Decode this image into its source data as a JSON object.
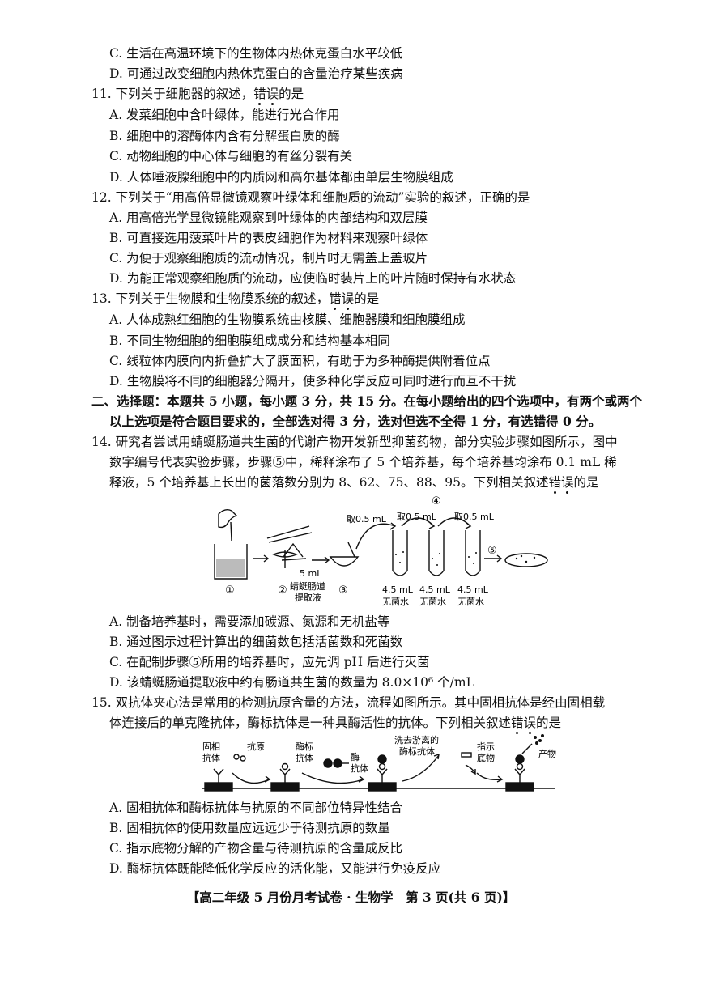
{
  "q10": {
    "optC": "C. 生活在高温环境下的生物体内热休克蛋白水平较低",
    "optD": "D. 可通过改变细胞内热休克蛋白的含量治疗某些疾病"
  },
  "q11": {
    "stem_a": "11. 下列关于细胞器的叙述，",
    "stem_emph": "错误",
    "stem_b": "的是",
    "optA": "A. 发菜细胞中含叶绿体，能进行光合作用",
    "optB": "B. 细胞中的溶酶体内含有分解蛋白质的酶",
    "optC": "C. 动物细胞的中心体与细胞的有丝分裂有关",
    "optD": "D. 人体唾液腺细胞中的内质网和高尔基体都由单层生物膜组成"
  },
  "q12": {
    "stem": "12. 下列关于“用高倍显微镜观察叶绿体和细胞质的流动”实验的叙述，正确的是",
    "optA": "A. 用高倍光学显微镜能观察到叶绿体的内部结构和双层膜",
    "optB": "B. 可直接选用菠菜叶片的表皮细胞作为材料来观察叶绿体",
    "optC": "C. 为便于观察细胞质的流动情况，制片时无需盖上盖玻片",
    "optD": "D. 为能正常观察细胞质的流动，应使临时装片上的叶片随时保持有水状态"
  },
  "q13": {
    "stem_a": "13. 下列关于生物膜和生物膜系统的叙述，",
    "stem_emph": "错误",
    "stem_b": "的是",
    "optA": "A. 人体成熟红细胞的生物膜系统由核膜、细胞器膜和细胞膜组成",
    "optB": "B. 不同生物细胞的细胞膜组成成分和结构基本相同",
    "optC": "C. 线粒体内膜向内折叠扩大了膜面积，有助于为多种酶提供附着位点",
    "optD": "D. 生物膜将不同的细胞器分隔开，使多种化学反应可同时进行而互不干扰"
  },
  "section2": {
    "line1": "二、选择题：本题共 5 小题，每小题 3 分，共 15 分。在每小题给出的四个选项中，有两个或两个",
    "line2": "以上选项是符合题目要求的，全部选对得 3 分，选对但选不全得 1 分，有选错得 0 分。"
  },
  "q14": {
    "line1": "14. 研究者尝试用蜻蜓肠道共生菌的代谢产物开发新型抑菌药物，部分实验步骤如图所示，图中",
    "line2": "数字编号代表实验步骤，步骤⑤中，稀释涂布了 5 个培养基，每个培养基均涂布 0.1 mL 稀",
    "line3_a": "释液，5 个培养基上长出的菌落数分别为 8、62、75、88、95。下列相关叙述",
    "line3_emph": "错误",
    "line3_b": "的是",
    "optA": "A. 制备培养基时，需要添加碳源、氮源和无机盐等",
    "optB": "B. 通过图示过程计算出的细菌数包括活菌数和死菌数",
    "optC": "C. 在配制步骤⑤所用的培养基时，应先调 pH 后进行灭菌",
    "optD": "D. 该蜻蜓肠道提取液中约有肠道共生菌的数量为 8.0×10⁶ 个/mL",
    "figure": {
      "step1": "①",
      "step2": "②",
      "step3": "③",
      "step4": "④",
      "step5": "⑤",
      "vol_label": "5 mL",
      "extract_1": "蜻蜓肠道",
      "extract_2": "提取液",
      "take1": "取0.5 mL",
      "take2": "取0.5 mL",
      "take3": "取0.5 mL",
      "tube1_vol": "4.5 mL",
      "tube1_name": "无菌水",
      "tube2_vol": "4.5 mL",
      "tube2_name": "无菌水",
      "tube3_vol": "4.5 mL",
      "tube3_name": "无菌水"
    }
  },
  "q15": {
    "line1": "15. 双抗体夹心法是常用的检测抗原含量的方法，流程如图所示。其中固相抗体是经由固相载",
    "line2_a": "体连接后的单克隆抗体，酶标抗体是一种具酶活性的抗体。下列相关叙述",
    "line2_emph": "错误",
    "line2_b": "的是",
    "optA": "A. 固相抗体和酶标抗体与抗原的不同部位特异性结合",
    "optB": "B. 固相抗体的使用数量应远远少于待测抗原的数量",
    "optC": "C. 指示底物分解的产物含量与待测抗原的含量成反比",
    "optD": "D. 酶标抗体既能降低化学反应的活化能，又能进行免疫反应",
    "figure": {
      "solid_ab_1": "固相",
      "solid_ab_2": "抗体",
      "antigen": "抗原",
      "enzyme_ab_1": "酶标",
      "enzyme_ab_2": "抗体",
      "enzyme": "酶",
      "wash_1": "洗去游离的",
      "wash_2": "酶标抗体",
      "substrate_1": "指示",
      "substrate_2": "底物",
      "product": "产物"
    }
  },
  "footer": "【高二年级 5 月份月考试卷 · 生物学　第 3 页(共 6 页)】"
}
